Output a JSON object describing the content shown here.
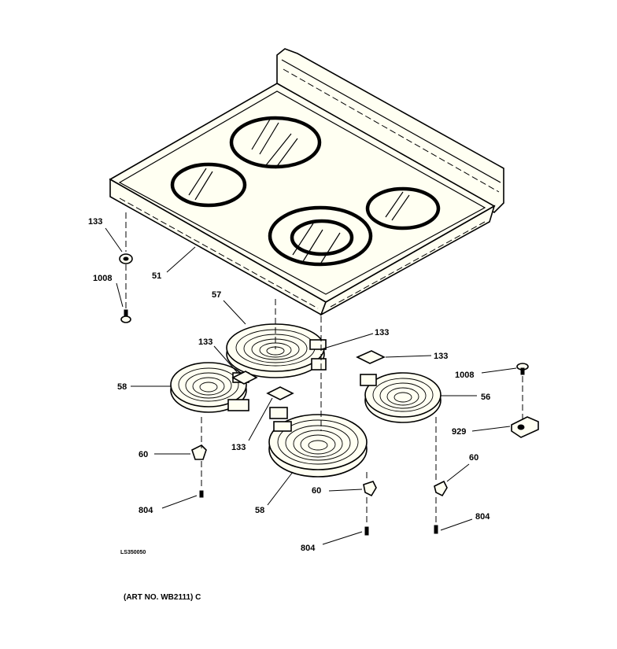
{
  "labels": {
    "l133a": "133",
    "l1008a": "1008",
    "l51": "51",
    "l57": "57",
    "l133b": "133",
    "l133c": "133",
    "l133d": "133",
    "l133e": "133",
    "l58a": "58",
    "l58b": "58",
    "l56": "56",
    "l1008b": "1008",
    "l929": "929",
    "l60a": "60",
    "l60b": "60",
    "l60c": "60",
    "l804a": "804",
    "l804b": "804",
    "l804c": "804"
  },
  "footer": {
    "drawing_code": "LS350050",
    "art_number": "(ART NO. WB2111) C"
  },
  "colors": {
    "paper": "#fffff2",
    "ink": "#000000"
  }
}
